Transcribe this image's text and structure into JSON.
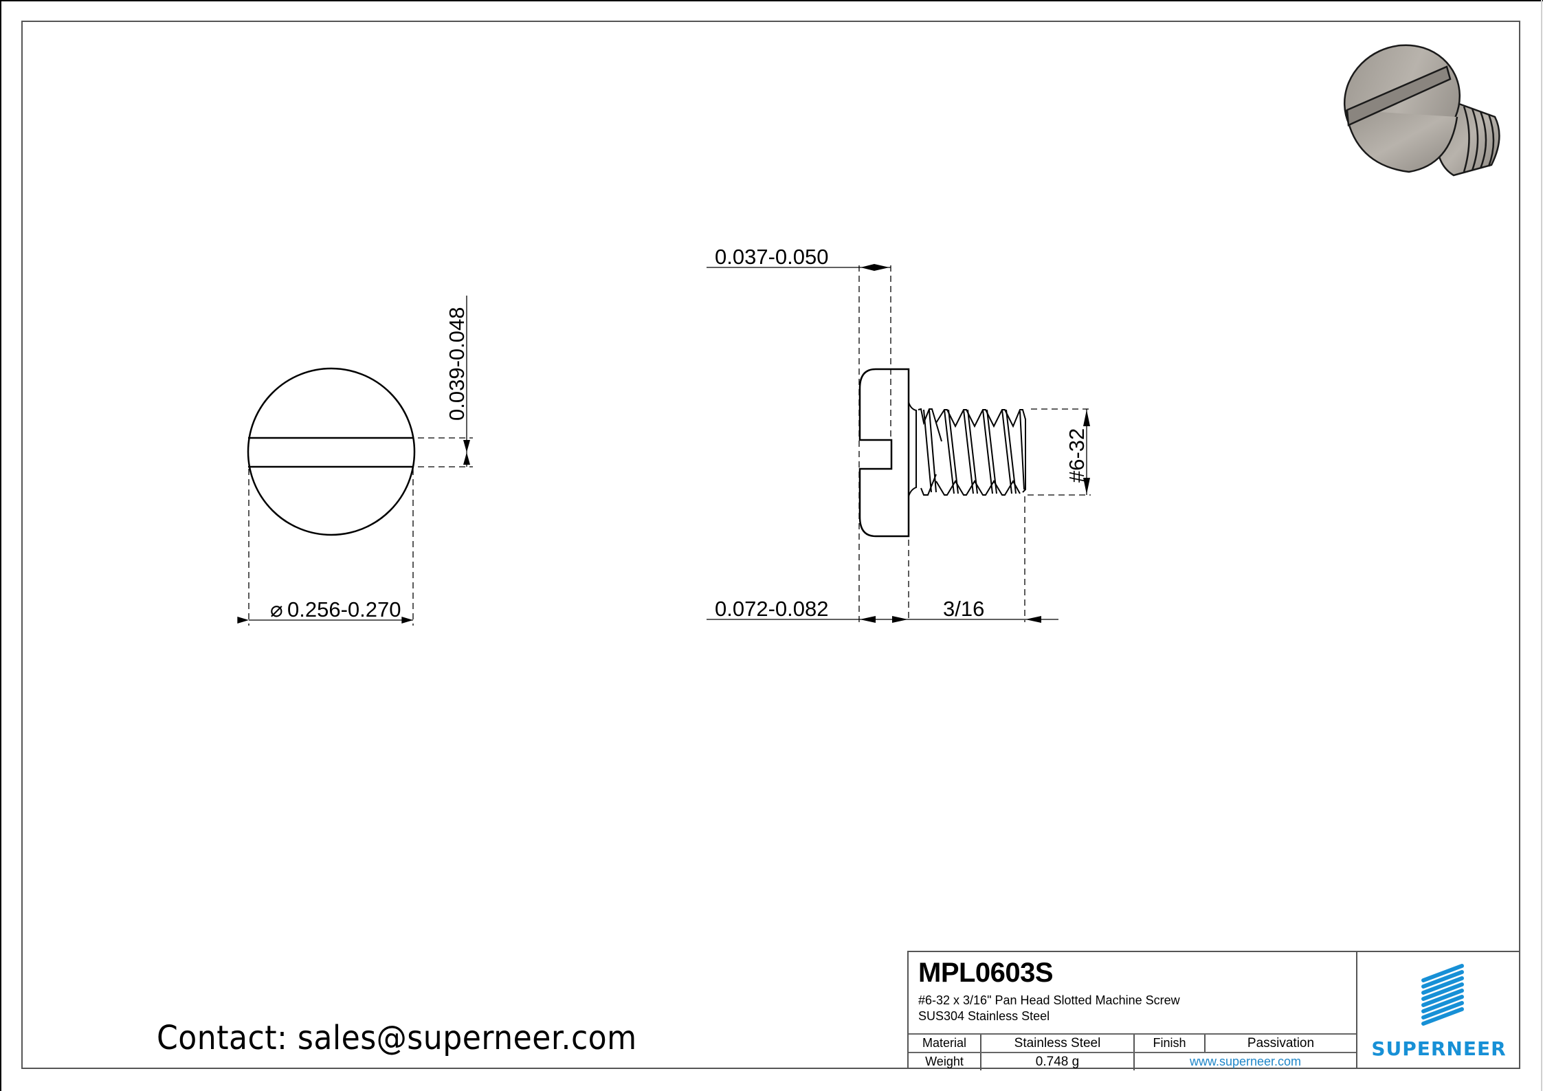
{
  "drawing": {
    "front_view": {
      "slot_width_dim": "0.039-0.048",
      "diameter_dim": "0.256-0.270",
      "diameter_symbol": "⌀"
    },
    "side_view": {
      "slot_depth_dim": "0.037-0.050",
      "head_height_dim": "0.072-0.082",
      "length_dim": "3/16",
      "thread_dim": "#6-32"
    }
  },
  "contact": {
    "text": "Contact: sales@superneer.com"
  },
  "title_block": {
    "part_number": "MPL0603S",
    "description_line1": "#6-32 x 3/16\" Pan Head Slotted Machine Screw",
    "description_line2": "SUS304 Stainless Steel",
    "material_label": "Material",
    "material_value": "Stainless Steel",
    "finish_label": "Finish",
    "finish_value": "Passivation",
    "weight_label": "Weight",
    "weight_value": "0.748 g",
    "website": "www.superneer.com",
    "brand": "SUPERNEER",
    "brand_color": "#1790d6"
  }
}
